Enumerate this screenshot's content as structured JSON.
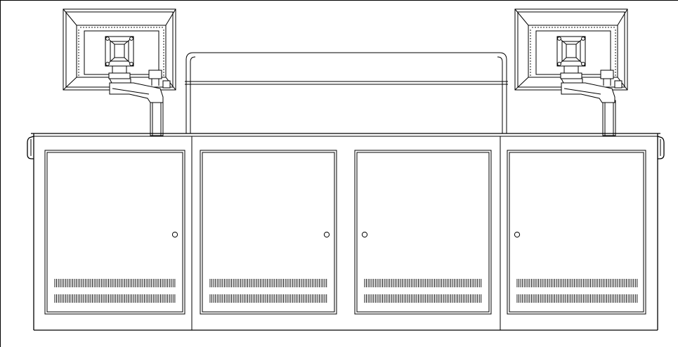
{
  "drawing": {
    "colors": {
      "line": "#000000",
      "background": "#ffffff"
    },
    "monitors": [
      {
        "name": "left-monitor",
        "icon": "monitor-icon"
      },
      {
        "name": "right-monitor",
        "icon": "monitor-icon"
      }
    ],
    "cabinet_doors": [
      {
        "name": "door-1",
        "knob_side": "right",
        "vent_rows": 2
      },
      {
        "name": "door-2",
        "knob_side": "right",
        "vent_rows": 2
      },
      {
        "name": "door-3",
        "knob_side": "left",
        "vent_rows": 2
      },
      {
        "name": "door-4",
        "knob_side": "left",
        "vent_rows": 2
      }
    ]
  }
}
